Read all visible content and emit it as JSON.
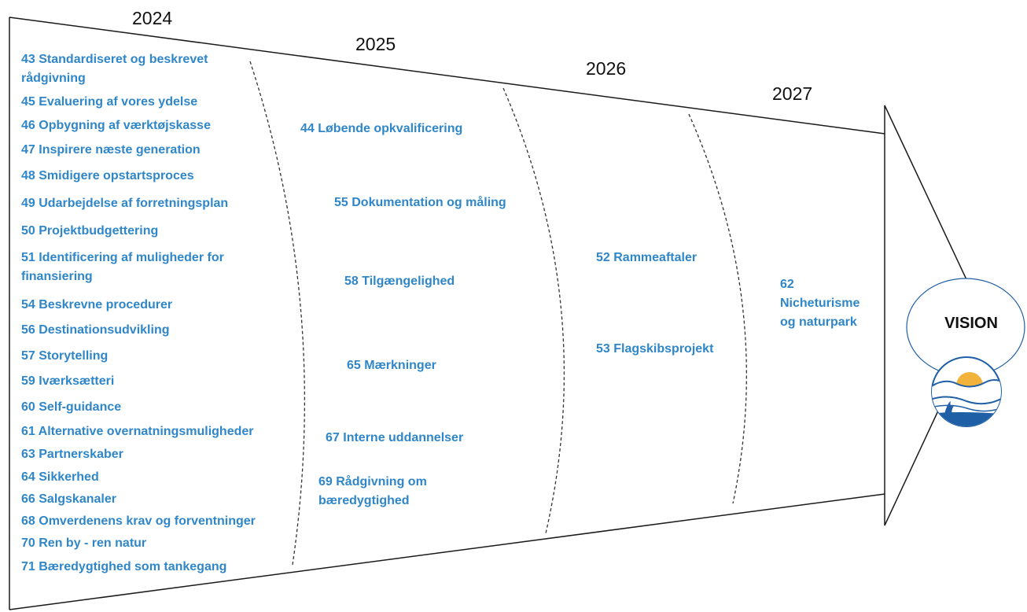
{
  "colors": {
    "item_text": "#2f86c8",
    "outline": "#1a1a1a",
    "logo_blue": "#1f5fa6",
    "sun": "#f2b33d"
  },
  "years": [
    "2024",
    "2025",
    "2026",
    "2027"
  ],
  "columns": {
    "col_2024": [
      "43 Standardiseret og beskrevet rådgivning",
      "45 Evaluering af vores ydelse",
      "46 Opbygning af værktøjskasse",
      "47 Inspirere næste generation",
      "48 Smidigere opstartsproces",
      "49 Udarbejdelse af forretningsplan",
      "50 Projektbudgettering",
      "51 Identificering af muligheder for finansiering",
      "54 Beskrevne procedurer",
      "56 Destinationsudvikling",
      "57 Storytelling",
      "59 Iværksætteri",
      "60 Self-guidance",
      "61 Alternative overnatningsmuligheder",
      "63 Partnerskaber",
      "64 Sikkerhed",
      "66 Salgskanaler",
      "68 Omverdenens krav og forventninger",
      "70 Ren by - ren natur",
      "71 Bæredygtighed som tankegang"
    ],
    "col_2025": [
      "44 Løbende opkvalificering",
      "55 Dokumentation og måling",
      "58 Tilgængelighed",
      "65 Mærkninger",
      "67 Interne uddannelser",
      "69 Rådgivning om bæredygtighed"
    ],
    "col_2026": [
      "52 Rammeaftaler",
      "53 Flagskibsprojekt"
    ],
    "col_2027": [
      "62 Nicheturisme og naturpark"
    ]
  },
  "vision": {
    "label": "VISION",
    "logo_icon": "sun-mountain-whale-logo"
  }
}
